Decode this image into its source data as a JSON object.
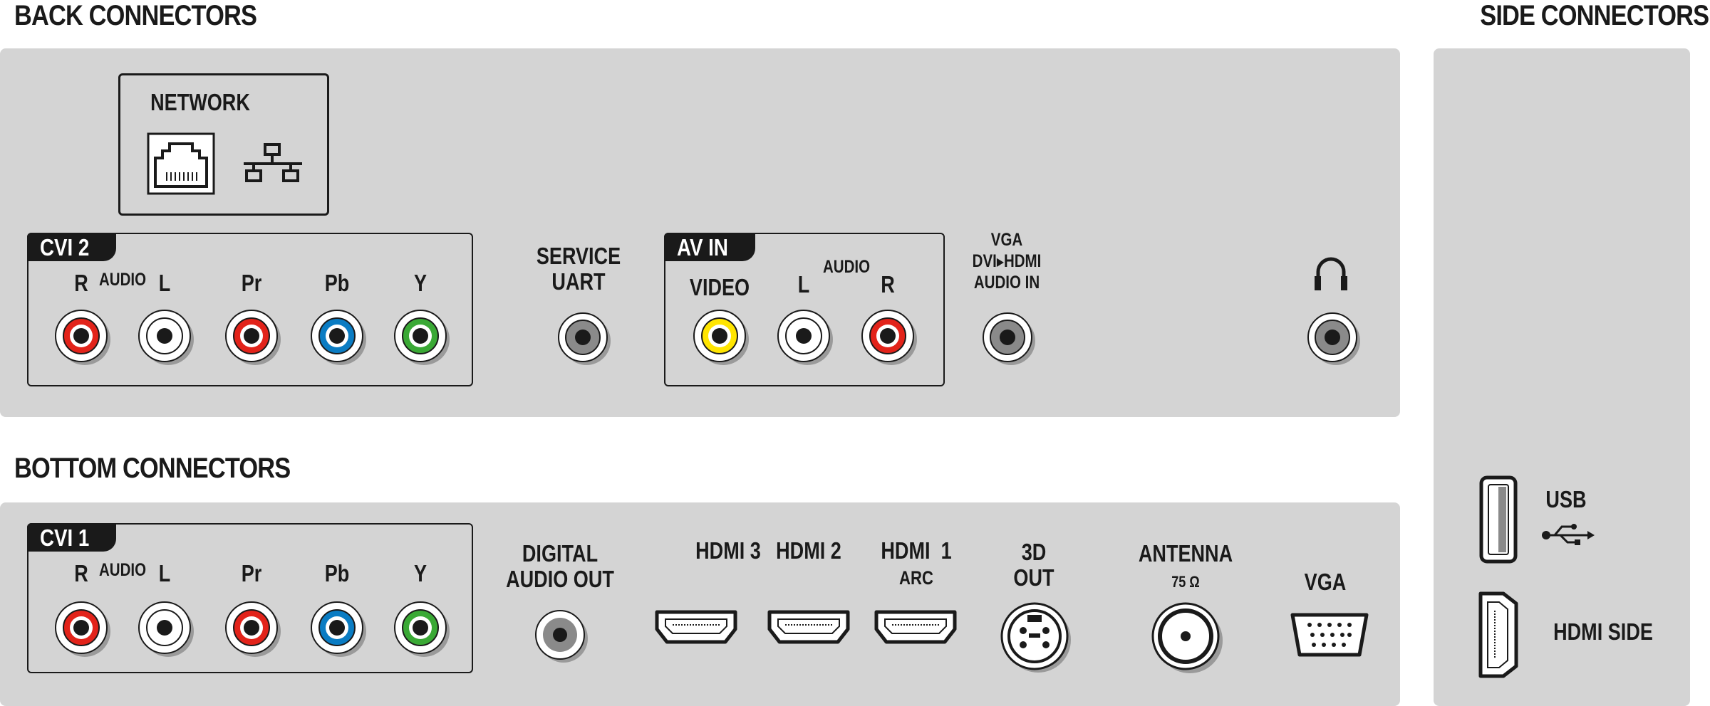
{
  "headings": {
    "back": "BACK CONNECTORS",
    "bottom": "BOTTOM CONNECTORS",
    "side": "SIDE CONNECTORS"
  },
  "colors": {
    "panel": "#d4d4d4",
    "red": "#e2231a",
    "white": "#ffffff",
    "blue": "#0a7cc3",
    "green": "#3aa935",
    "yellow": "#ffe500",
    "dark": "#1a1a1a"
  },
  "back": {
    "network": {
      "label": "NETWORK",
      "icons": [
        "ethernet-port-icon",
        "network-icon"
      ]
    },
    "cvi2": {
      "tag": "CVI 2",
      "audio_label": "AUDIO",
      "jacks": [
        {
          "label": "R",
          "color": "red"
        },
        {
          "label": "L",
          "color": "white"
        },
        {
          "label": "Pr",
          "color": "red"
        },
        {
          "label": "Pb",
          "color": "blue"
        },
        {
          "label": "Y",
          "color": "green"
        }
      ]
    },
    "service_uart": {
      "line1": "SERVICE",
      "line2": "UART"
    },
    "av_in": {
      "tag": "AV IN",
      "audio_label": "AUDIO",
      "jacks": [
        {
          "label": "VIDEO",
          "color": "yellow"
        },
        {
          "label": "L",
          "color": "white"
        },
        {
          "label": "R",
          "color": "red"
        }
      ]
    },
    "vga_audio": {
      "line1": "VGA",
      "line2a": "DVI",
      "line2b": "HDMI",
      "line3": "AUDIO IN"
    },
    "headphone": {
      "icon": "headphones-icon"
    }
  },
  "bottom": {
    "cvi1": {
      "tag": "CVI 1",
      "audio_label": "AUDIO",
      "jacks": [
        {
          "label": "R",
          "color": "red"
        },
        {
          "label": "L",
          "color": "white"
        },
        {
          "label": "Pr",
          "color": "red"
        },
        {
          "label": "Pb",
          "color": "blue"
        },
        {
          "label": "Y",
          "color": "green"
        }
      ]
    },
    "digital_audio_out": {
      "line1": "DIGITAL",
      "line2": "AUDIO OUT"
    },
    "hdmi3": "HDMI 3",
    "hdmi2": "HDMI 2",
    "hdmi1": {
      "line1": "HDMI  1",
      "line2": "ARC"
    },
    "out3d": {
      "line1": "3D",
      "line2": "OUT"
    },
    "antenna": {
      "line1": "ANTENNA",
      "line2": "75 Ω"
    },
    "vga": "VGA"
  },
  "side": {
    "usb": "USB",
    "hdmi_side": "HDMI SIDE"
  }
}
